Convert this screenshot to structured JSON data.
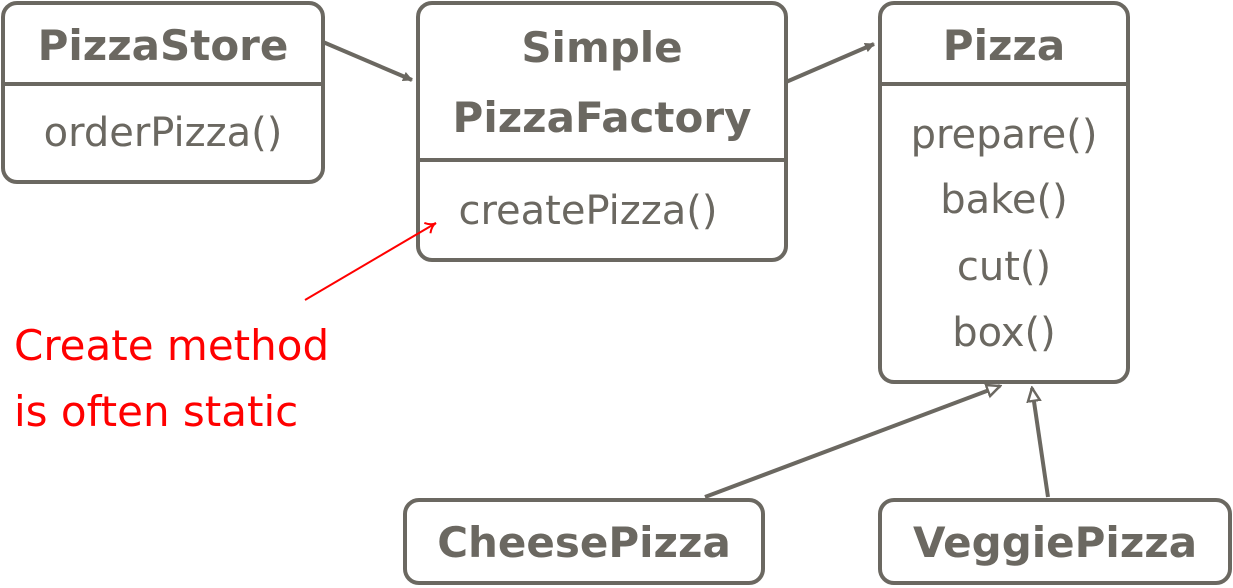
{
  "classes": {
    "pizza_store": {
      "name": "PizzaStore",
      "methods": [
        "orderPizza()"
      ]
    },
    "simple_pizza_factory": {
      "name_line1": "Simple",
      "name_line2": "PizzaFactory",
      "methods": [
        "createPizza()"
      ]
    },
    "pizza": {
      "name": "Pizza",
      "methods": [
        "prepare()",
        "bake()",
        "cut()",
        "box()"
      ]
    },
    "cheese_pizza": {
      "name": "CheesePizza"
    },
    "veggie_pizza": {
      "name": "VeggiePizza"
    }
  },
  "annotation": {
    "line1": "Create method",
    "line2": "is often static"
  },
  "colors": {
    "stroke": "#6b6861",
    "annotation": "#ff0000"
  }
}
